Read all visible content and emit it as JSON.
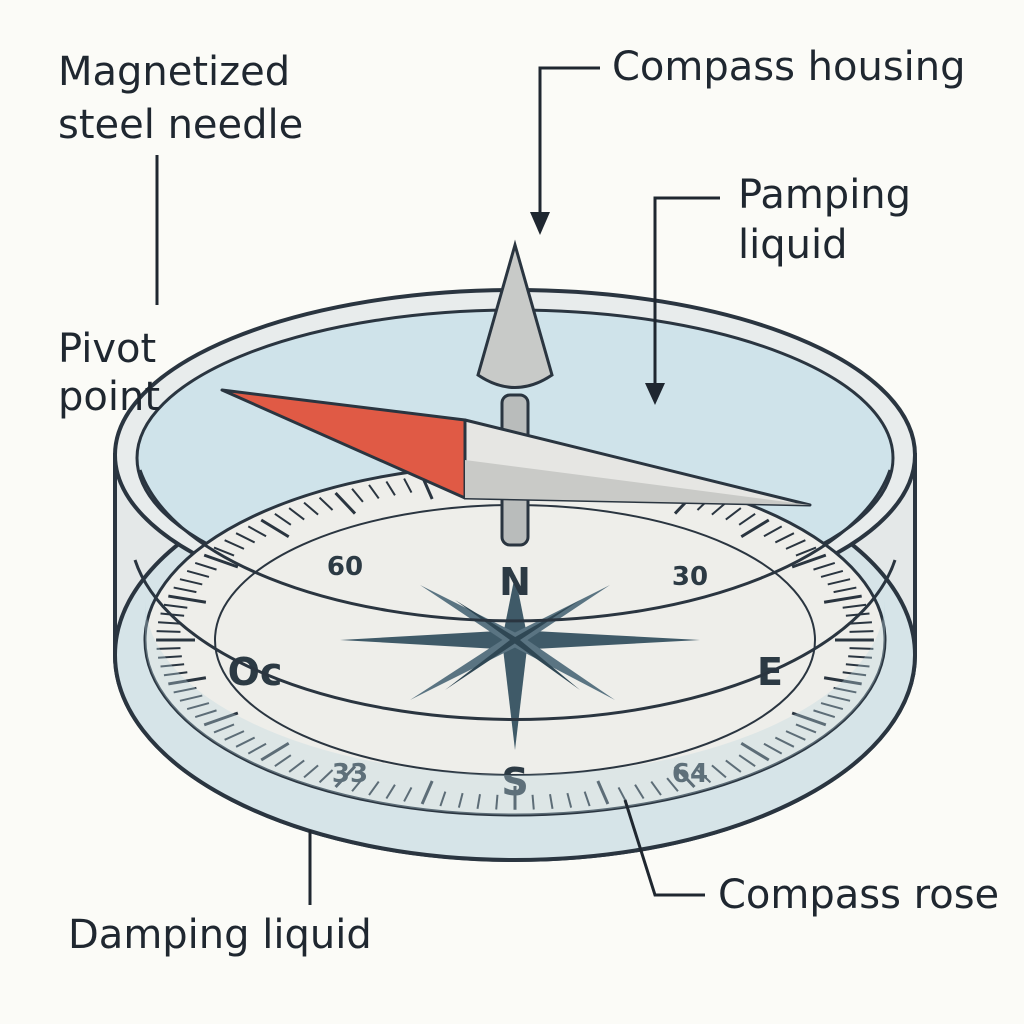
{
  "labels": {
    "needle": [
      "Magnetized",
      "steel needle"
    ],
    "housing": "Compass housing",
    "pamping": [
      "Pamping",
      "liquid"
    ],
    "pivot": [
      "Pivot",
      "point"
    ],
    "rose": "Compass rose",
    "damping": "Damping liquid"
  },
  "dial": {
    "north": "N",
    "south": "S",
    "east": "E",
    "west": "Oc",
    "num_ne": "30",
    "num_nw": "60",
    "num_sw": "33",
    "num_se": "64"
  },
  "colors": {
    "needle_north": "#e05a45",
    "needle_south": "#e6e6e3",
    "liquid": "#cfe3ea",
    "housing": "#dfe3e3",
    "rose_star": "#3f5a68"
  }
}
